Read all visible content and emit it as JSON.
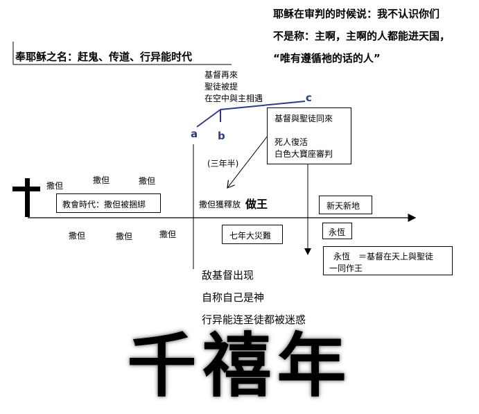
{
  "quote": {
    "lines": [
      "耶稣在审判的时候说：我不认识你们",
      "不是称：主啊，主啊的人都能进天国，",
      "“唯有遵循祂的话的人”"
    ]
  },
  "name_heading": "奉耶稣之名：赶鬼、传道、行异能时代",
  "rapture": {
    "lines": [
      "基督再來",
      "聖徒被提",
      "在空中與主相遇"
    ],
    "point_labels": {
      "a": "a",
      "b": "b",
      "c": "c"
    }
  },
  "second_coming_box": {
    "line1": "基督與聖徒同來",
    "line2": "死人復活",
    "line3": "白色大寶座審判"
  },
  "three_and_half": "(三年半)",
  "satan_labels": {
    "top": [
      "撒但",
      "撒但",
      "撒但"
    ],
    "bottom": [
      "撒但",
      "撒但",
      "撒但"
    ]
  },
  "church_age": "教會時代：撒但被捆綁",
  "satan_released": "撒但獲釋放",
  "reign": "做王",
  "new_heaven": "新天新地",
  "tribulation": "七年大災難",
  "eternity": "永恆",
  "eternity_box": {
    "line1": "永恆　＝基督在天上與聖徒",
    "line2": "一同作王"
  },
  "antichrist": {
    "lines": [
      "敌基督出现",
      "自称自己是神",
      "行异能连圣徒都被迷惑"
    ]
  },
  "millennium_title": "千禧年",
  "colors": {
    "point_label": "#2b3a8f",
    "rapture_line": "#2b3a8f",
    "text": "#000000"
  }
}
